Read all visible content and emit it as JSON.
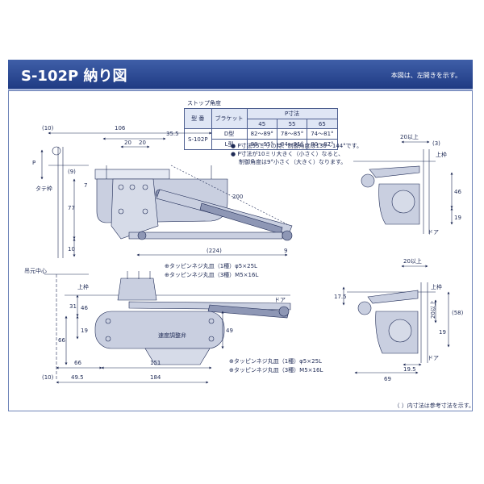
{
  "header": {
    "title": "S-102P 納り図",
    "note": "本図は、左開きを示す。"
  },
  "stop_table": {
    "caption": "ストップ角度",
    "col_model": "型 番",
    "col_bracket": "ブラケット",
    "col_p": "P寸法",
    "p_values": [
      "45",
      "55",
      "65"
    ],
    "model": "S-102P",
    "rows": [
      {
        "bracket": "D型",
        "v45": "82〜89°",
        "v55": "78〜85°",
        "v65": "74〜81°"
      },
      {
        "bracket": "L型",
        "v45": "88〜95°",
        "v55": "84〜91°",
        "v65": "80〜87°"
      }
    ]
  },
  "notes": {
    "n1": "● P寸法55ミリの時、制御角度は130〜144°です。",
    "n2": "● P寸法が10ミリ大きく（小さく）なると、",
    "n3": "制御角度は9°小さく（大きく）なります。"
  },
  "dims": {
    "d10a": "(10)",
    "d106": "106",
    "d35_5": "35.5",
    "d20a": "20",
    "d20b": "20",
    "dP": "P",
    "d9a": "(9)",
    "d7": "7",
    "d77": "77",
    "d10b": "10",
    "d200": "200",
    "d224": "(224)",
    "d9b": "9",
    "d31": "31",
    "d46": "46",
    "d19": "19",
    "d66": "66",
    "d49": "49",
    "d10c": "(10)",
    "d49_5": "49.5",
    "d184": "184",
    "d66b": "66",
    "d151": "151",
    "r20_top": "20以上",
    "r3": "(3)",
    "r46": "46",
    "r19": "19",
    "r20_bot": "20以上",
    "r17_5": "17.5",
    "r58": "(58)",
    "r20": "20以上",
    "r19b": "19",
    "r19_5": "19.5",
    "r69": "69"
  },
  "labels": {
    "tate_waku": "タテ枠",
    "hinge_center": "吊元中心",
    "upper_frame": "上枠",
    "upper_frame_r": "上枠",
    "upper_frame_r2": "上枠",
    "door": "ドア",
    "door_r": "ドア",
    "door_r2": "ドア",
    "screw1": "⊕タッピンネジ丸皿（1種）φ5×25L",
    "screw2": "⊕タッピンネジ丸皿（3種）M5×16L",
    "screw3": "⊕タッピンネジ丸皿（1種）φ5×25L",
    "screw4": "⊕タッピンネジ丸皿（3種）M5×16L",
    "speed_valve": "速度調整弁"
  },
  "footnote": "（ ）内寸法は参考寸法を示す。",
  "colors": {
    "banner": "#2b4a93",
    "line": "#1e2a55",
    "part_fill": "#c9cfe0",
    "part_dark": "#8e97b5"
  }
}
